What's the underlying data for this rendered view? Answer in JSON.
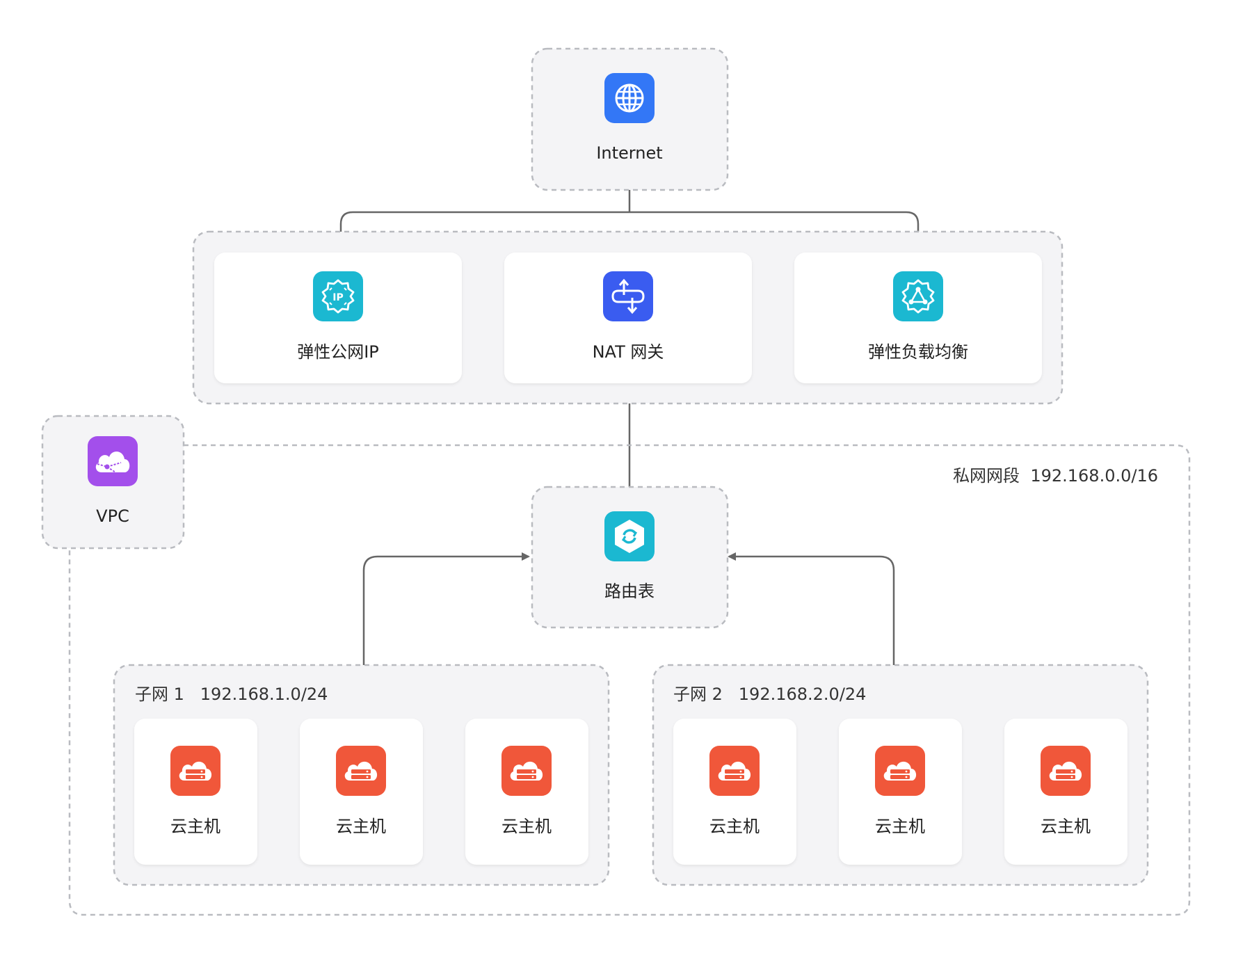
{
  "diagram": {
    "internet": {
      "label": "Internet",
      "icon": "globe-icon",
      "color": "#3377F6"
    },
    "services": [
      {
        "id": "eip",
        "label": "弹性公网IP",
        "icon": "elastic-ip-icon",
        "color": "#1BB8D1"
      },
      {
        "id": "nat",
        "label": "NAT 网关",
        "icon": "nat-gateway-icon",
        "color": "#3A5CF0"
      },
      {
        "id": "slb",
        "label": "弹性负载均衡",
        "icon": "load-balancer-icon",
        "color": "#1BB8D1"
      }
    ],
    "vpc": {
      "label": "VPC",
      "icon": "vpc-cloud-icon",
      "color": "#A34FEB"
    },
    "private_segment": "私网网段  192.168.0.0/16",
    "route_table": {
      "label": "路由表",
      "icon": "route-table-icon",
      "color": "#1BB8D1"
    },
    "subnets": [
      {
        "label": "子网 1   192.168.1.0/24",
        "hosts": [
          {
            "label": "云主机"
          },
          {
            "label": "云主机"
          },
          {
            "label": "云主机"
          }
        ]
      },
      {
        "label": "子网 2   192.168.2.0/24",
        "hosts": [
          {
            "label": "云主机"
          },
          {
            "label": "云主机"
          },
          {
            "label": "云主机"
          }
        ]
      }
    ],
    "host_icon": {
      "icon": "cloud-server-icon",
      "color": "#F0573A"
    },
    "colors": {
      "dashed_border": "#B9BBC0",
      "group_fill": "#F4F4F6",
      "card_fill": "#FFFFFF",
      "connector": "#666666"
    }
  }
}
